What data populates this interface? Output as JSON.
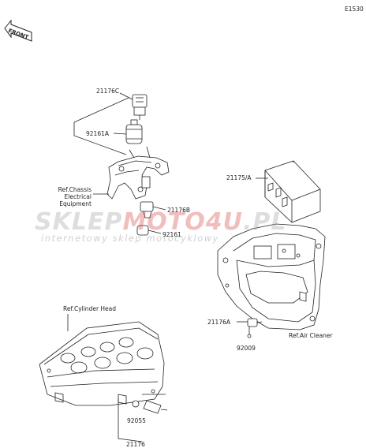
{
  "diagram_code": "E1530",
  "front_label": "FRONT",
  "watermark": {
    "main_prefix": "SKLEP",
    "main_accent": "MOTO4U",
    "main_suffix": ".PL",
    "subtitle": "internetowy sklep motocyklowy"
  },
  "labels": {
    "p21176C": "21176C",
    "p92161A": "92161A",
    "ref_chassis": "Ref.Chassis",
    "ref_chassis_2": "Electrical",
    "ref_chassis_3": "Equipment",
    "p21176B": "21176B",
    "p92161": "92161",
    "p21175A": "21175/A",
    "p21176A": "21176A",
    "p92009": "92009",
    "ref_air": "Ref.Air Cleaner",
    "ref_cyl": "Ref.Cylinder Head",
    "p92055": "92055",
    "p21176": "21176"
  }
}
